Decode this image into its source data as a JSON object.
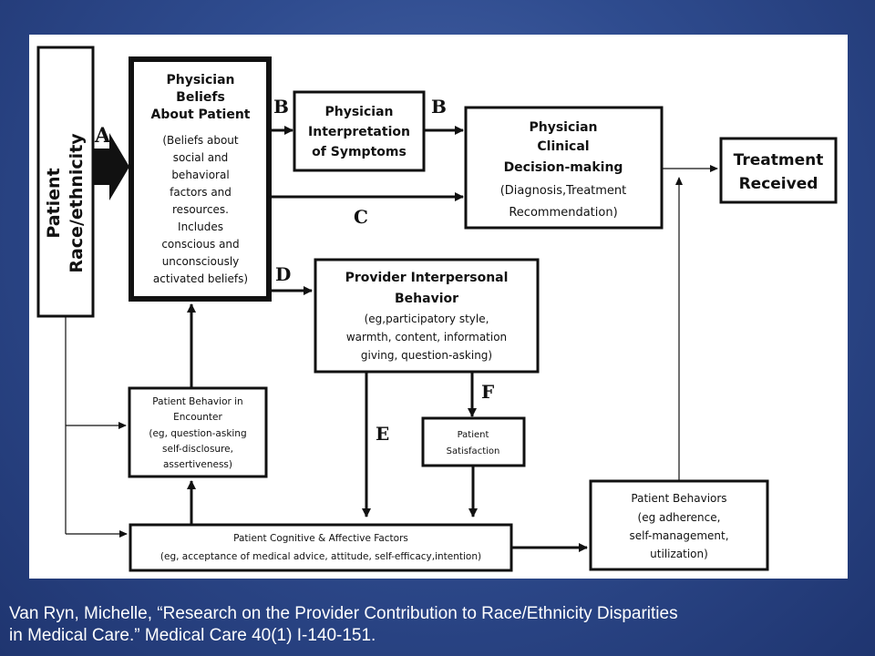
{
  "diagram": {
    "patient_race": {
      "line1": "Patient",
      "line2": "Race/ethnicity"
    },
    "beliefs": {
      "title": [
        "Physician",
        "Beliefs",
        "About Patient"
      ],
      "body": [
        "(Beliefs about",
        "social and",
        "behavioral",
        "factors and",
        "resources.",
        "Includes",
        "conscious  and",
        "unconsciously",
        "activated beliefs)"
      ]
    },
    "interpretation": {
      "lines": [
        "Physician",
        "Interpretation",
        "of Symptoms"
      ]
    },
    "decision": {
      "title": [
        "Physician",
        "Clinical",
        "Decision-making"
      ],
      "body": [
        "(Diagnosis,Treatment",
        "Recommendation)"
      ]
    },
    "treatment": {
      "lines": [
        "Treatment",
        "Received"
      ]
    },
    "interpersonal": {
      "title": [
        "Provider Interpersonal",
        "Behavior"
      ],
      "body": [
        "(eg,participatory style,",
        "warmth, content, information",
        "giving, question-asking)"
      ]
    },
    "patient_behavior_encounter": {
      "lines": [
        "Patient Behavior in",
        "Encounter",
        "(eg, question-asking",
        "self-disclosure,",
        "assertiveness)"
      ]
    },
    "satisfaction": {
      "lines": [
        "Patient",
        "Satisfaction"
      ]
    },
    "patient_behaviors": {
      "lines": [
        "Patient Behaviors",
        "(eg  adherence,",
        "self-management,",
        "utilization)"
      ]
    },
    "cognitive": {
      "lines": [
        "Patient Cognitive & Affective Factors",
        "(eg, acceptance of medical advice,  attitude, self-efficacy,intention)"
      ]
    },
    "letters": {
      "a": "A",
      "b1": "B",
      "b2": "B",
      "c": "C",
      "d": "D",
      "e": "E",
      "f": "F"
    }
  },
  "citation": {
    "line1": "Van Ryn, Michelle, “Research on the Provider Contribution to Race/Ethnicity Disparities",
    "line2": "in Medical Care.”  Medical Care 40(1) I-140-151."
  }
}
